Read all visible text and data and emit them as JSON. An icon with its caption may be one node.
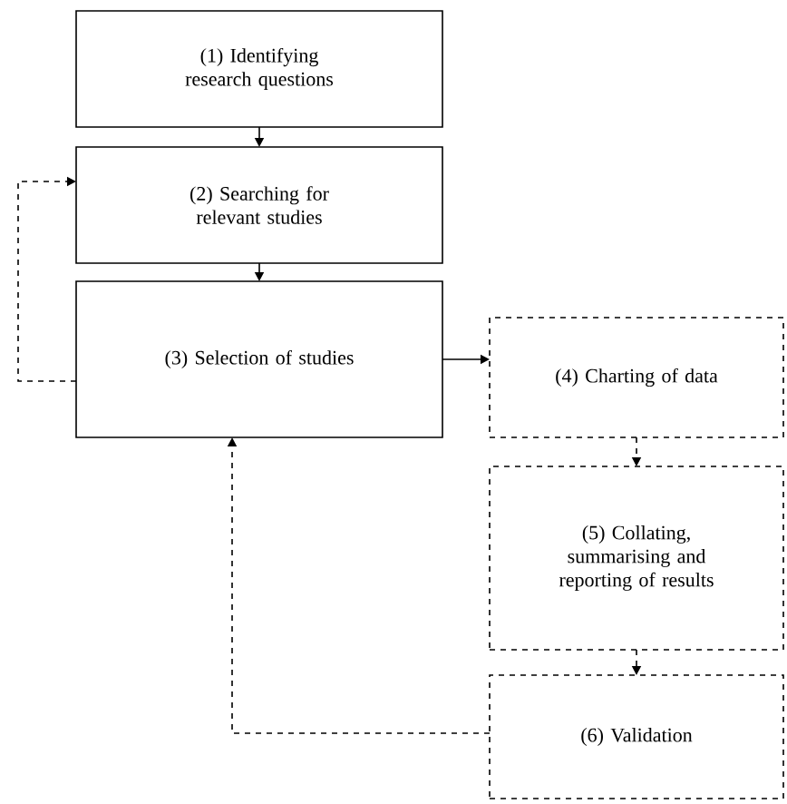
{
  "diagram": {
    "nodes": [
      {
        "text": [
          "(1) Identifying research questions"
        ]
      },
      {
        "text": [
          "(2) Searching for relevant studies"
        ]
      },
      {
        "text": [
          "(3) Selection of studies"
        ]
      },
      {
        "text": [
          "(4) Charting of data"
        ]
      },
      {
        "text": [
          "(5) Collating, summarising and reporting of results"
        ]
      },
      {
        "text": [
          "(6) Validation"
        ]
      }
    ],
    "edges": [
      {
        "from": 0,
        "to": 1,
        "arrow": "to"
      },
      {
        "from": 1,
        "to": 2,
        "arrow": "to"
      },
      {
        "from": 2,
        "to": 3,
        "arrow": "to"
      },
      {
        "from": 3,
        "to": 4,
        "arrow": "to",
        "style": "dashed"
      },
      {
        "from": 4,
        "to": 5,
        "arrow": "to",
        "style": "dashed"
      },
      {
        "from": 5,
        "to": 2,
        "arrow": "to",
        "style": "dashed"
      },
      {
        "from": 2,
        "to": 1,
        "arrow": "to",
        "style": "dashed"
      }
    ]
  }
}
